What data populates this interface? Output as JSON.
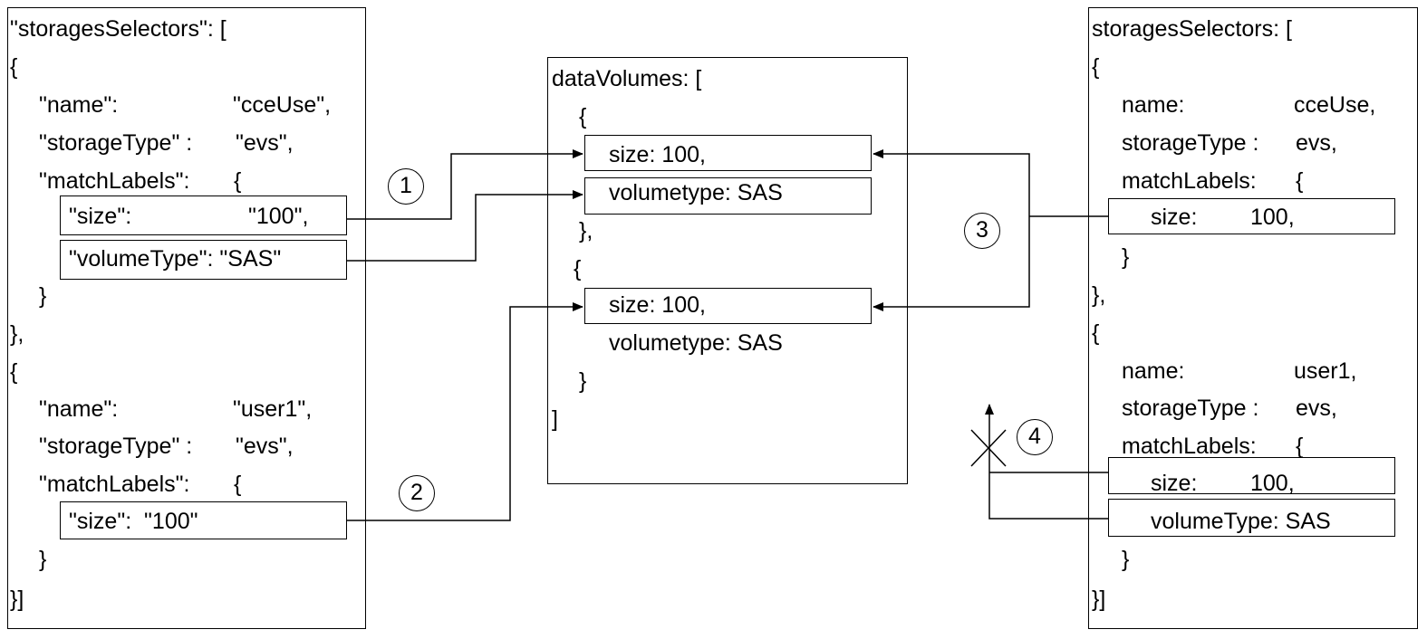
{
  "left_panel": {
    "l1": "\"storagesSelectors\": [",
    "l2": "{",
    "l3_key": "\"name\":",
    "l3_val": "\"cceUse\",",
    "l4_key": "\"storageType\" :",
    "l4_val": "\"evs\",",
    "l5_key": "\"matchLabels\":",
    "l5_val": "{",
    "l6_key": "\"size\":",
    "l6_val": "\"100\",",
    "l7": "\"volumeType\": \"SAS\"",
    "l8": "}",
    "l9": "},",
    "l10": "{",
    "l11_key": "\"name\":",
    "l11_val": "\"user1\",",
    "l12_key": "\"storageType\" :",
    "l12_val": "\"evs\",",
    "l13_key": "\"matchLabels\":",
    "l13_val": "{",
    "l14": "\"size\":  \"100\"",
    "l15": "}",
    "l16": "}]"
  },
  "middle_panel": {
    "l1": "dataVolumes: [",
    "l2": "{",
    "l3": "size: 100,",
    "l4": "volumetype: SAS",
    "l5": "},",
    "l6": "{",
    "l7": "size: 100,",
    "l8": "volumetype: SAS",
    "l9": "}",
    "l10": "]"
  },
  "right_panel": {
    "l1": "storagesSelectors: [",
    "l2": "{",
    "l3_key": "name:",
    "l3_val": "cceUse,",
    "l4_key": "storageType :",
    "l4_val": "evs,",
    "l5_key": "matchLabels:",
    "l5_val": "{",
    "l6_key": "size:",
    "l6_val": "100,",
    "l7": "}",
    "l8": "},",
    "l9": "{",
    "l10_key": "name:",
    "l10_val": "user1,",
    "l11_key": "storageType :",
    "l11_val": "evs,",
    "l12_key": "matchLabels:",
    "l12_val": "{",
    "l13_key": "size:",
    "l13_val": "100,",
    "l14": "volumeType: SAS",
    "l15": "}",
    "l16": "}]"
  },
  "markers": [
    "1",
    "2",
    "3",
    "4"
  ]
}
